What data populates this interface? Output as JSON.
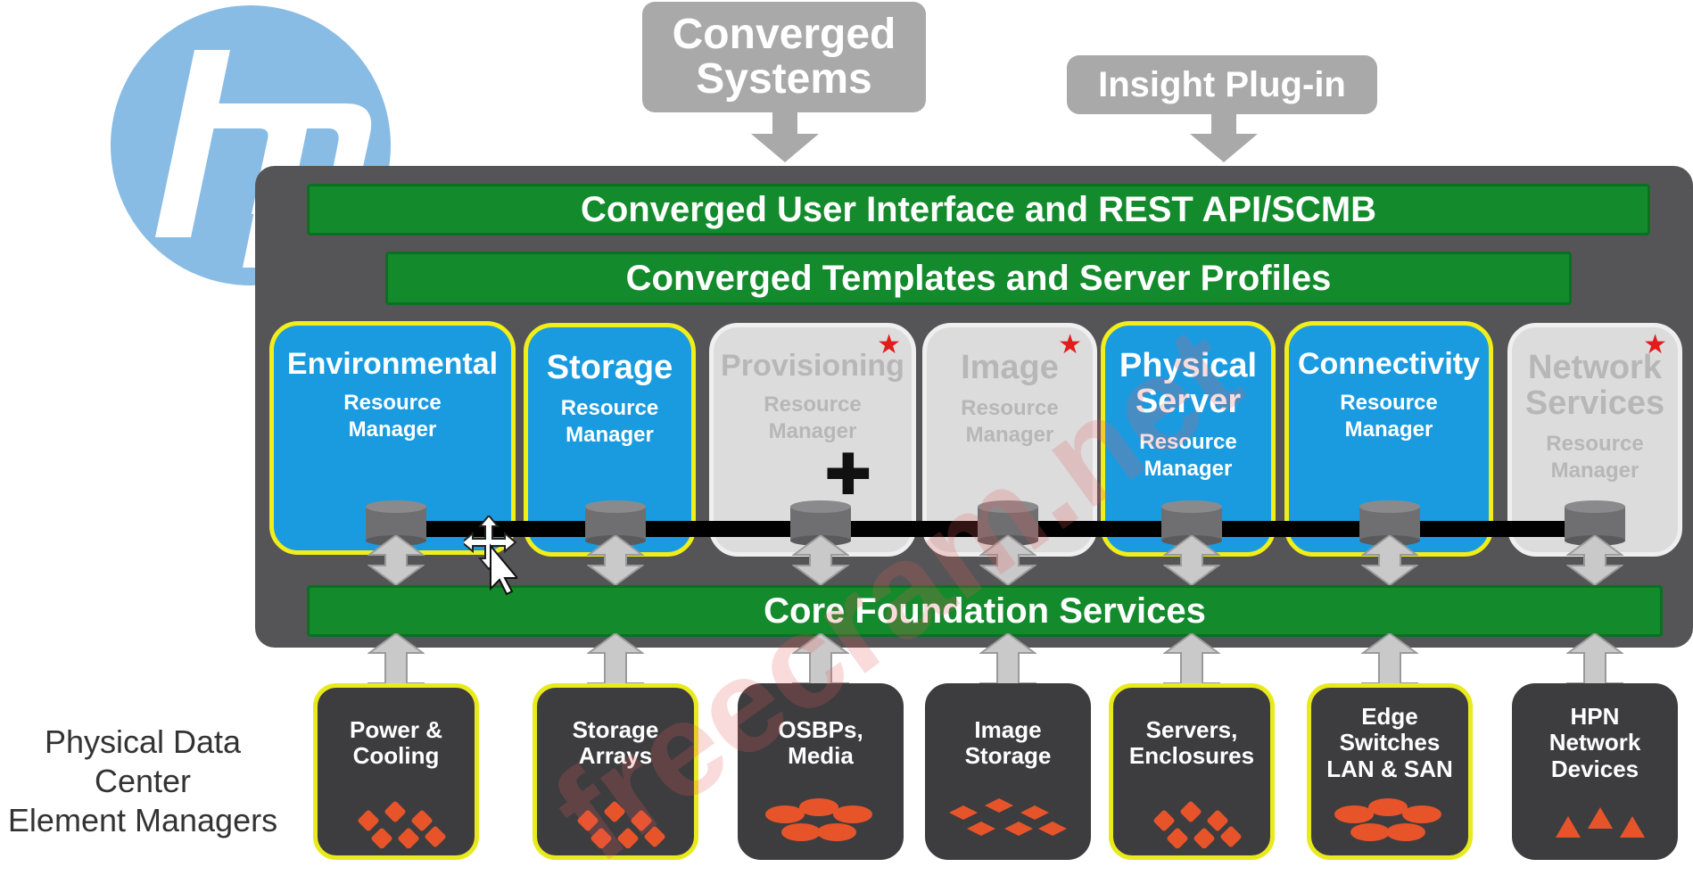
{
  "top_inputs": {
    "converged_systems": "Converged\nSystems",
    "insight_plugin": "Insight Plug-in"
  },
  "bars": {
    "ui_api": "Converged User Interface and REST API/SCMB",
    "templates": "Converged Templates and Server Profiles",
    "core": "Core Foundation Services"
  },
  "resource_managers": [
    {
      "title": "Environmental",
      "sub": "Resource\nManager",
      "state": "active",
      "starred": false
    },
    {
      "title": "Storage",
      "sub": "Resource\nManager",
      "state": "active",
      "starred": false
    },
    {
      "title": "Provisioning",
      "sub": "Resource\nManager",
      "state": "inactive",
      "starred": true
    },
    {
      "title": "Image",
      "sub": "Resource\nManager",
      "state": "inactive",
      "starred": true
    },
    {
      "title": "Physical\nServer",
      "sub": "Resource\nManager",
      "state": "active",
      "starred": false
    },
    {
      "title": "Connectivity",
      "sub": "Resource\nManager",
      "state": "active",
      "starred": false
    },
    {
      "title": "Network\nServices",
      "sub": "Resource\nManager",
      "state": "inactive",
      "starred": true
    }
  ],
  "element_managers_label": "Physical Data Center\nElement Managers",
  "element_managers": [
    {
      "label": "Power &\nCooling",
      "highlight": true
    },
    {
      "label": "Storage\nArrays",
      "highlight": true
    },
    {
      "label": "OSBPs,\nMedia",
      "highlight": false
    },
    {
      "label": "Image\nStorage",
      "highlight": false
    },
    {
      "label": "Servers,\nEnclosures",
      "highlight": true
    },
    {
      "label": "Edge\nSwitches\nLAN & SAN",
      "highlight": true
    },
    {
      "label": "HPN\nNetwork\nDevices",
      "highlight": false
    }
  ],
  "logo_text": "hp",
  "watermark": "freecram.net",
  "colors": {
    "green_bar": "#138a2c",
    "active_blue": "#1a9be0",
    "highlight_yellow": "#f1ee1a",
    "panel_gray": "#555557",
    "inactive_gray": "#dcdcdc",
    "device_orange": "#e8542a",
    "logo_blue": "#5aa2da"
  }
}
